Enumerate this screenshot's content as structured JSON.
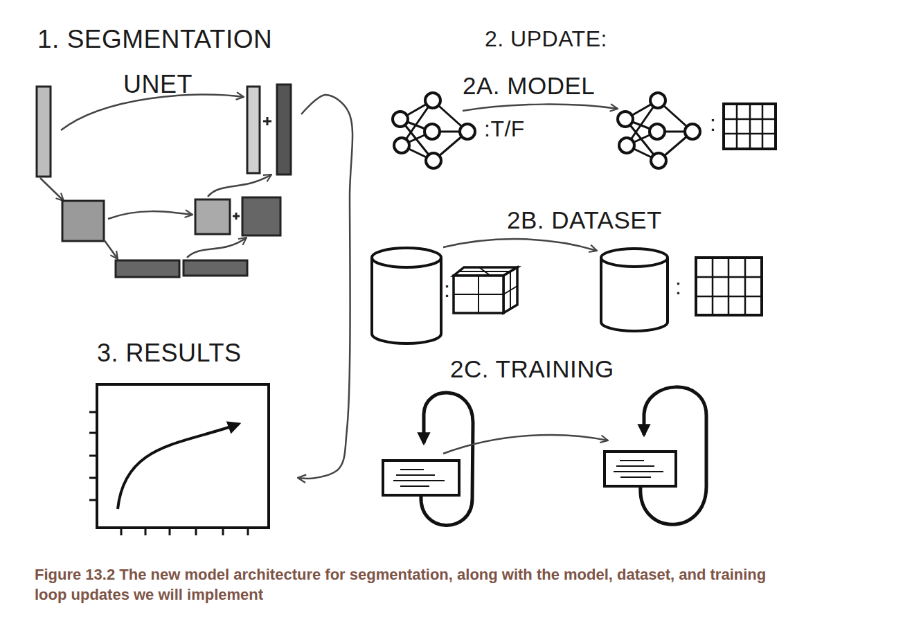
{
  "diagram": {
    "caption": "Figure 13.2 The new model architecture for segmentation, along with the model, dataset, and training loop updates we will implement",
    "nodes": [
      {
        "text": [
          "1. SEGMENTATION",
          "UNET"
        ]
      },
      {
        "text": [
          "3. RESULTS"
        ]
      }
    ],
    "edges": [
      {
        "from": 0,
        "to": 1,
        "arrow": "to"
      }
    ],
    "labels": [
      "2. UPDATE:",
      "2A. MODEL",
      ":T/F",
      ":",
      "2B. DATASET",
      ":",
      ":",
      "2C. TRAINING"
    ]
  }
}
